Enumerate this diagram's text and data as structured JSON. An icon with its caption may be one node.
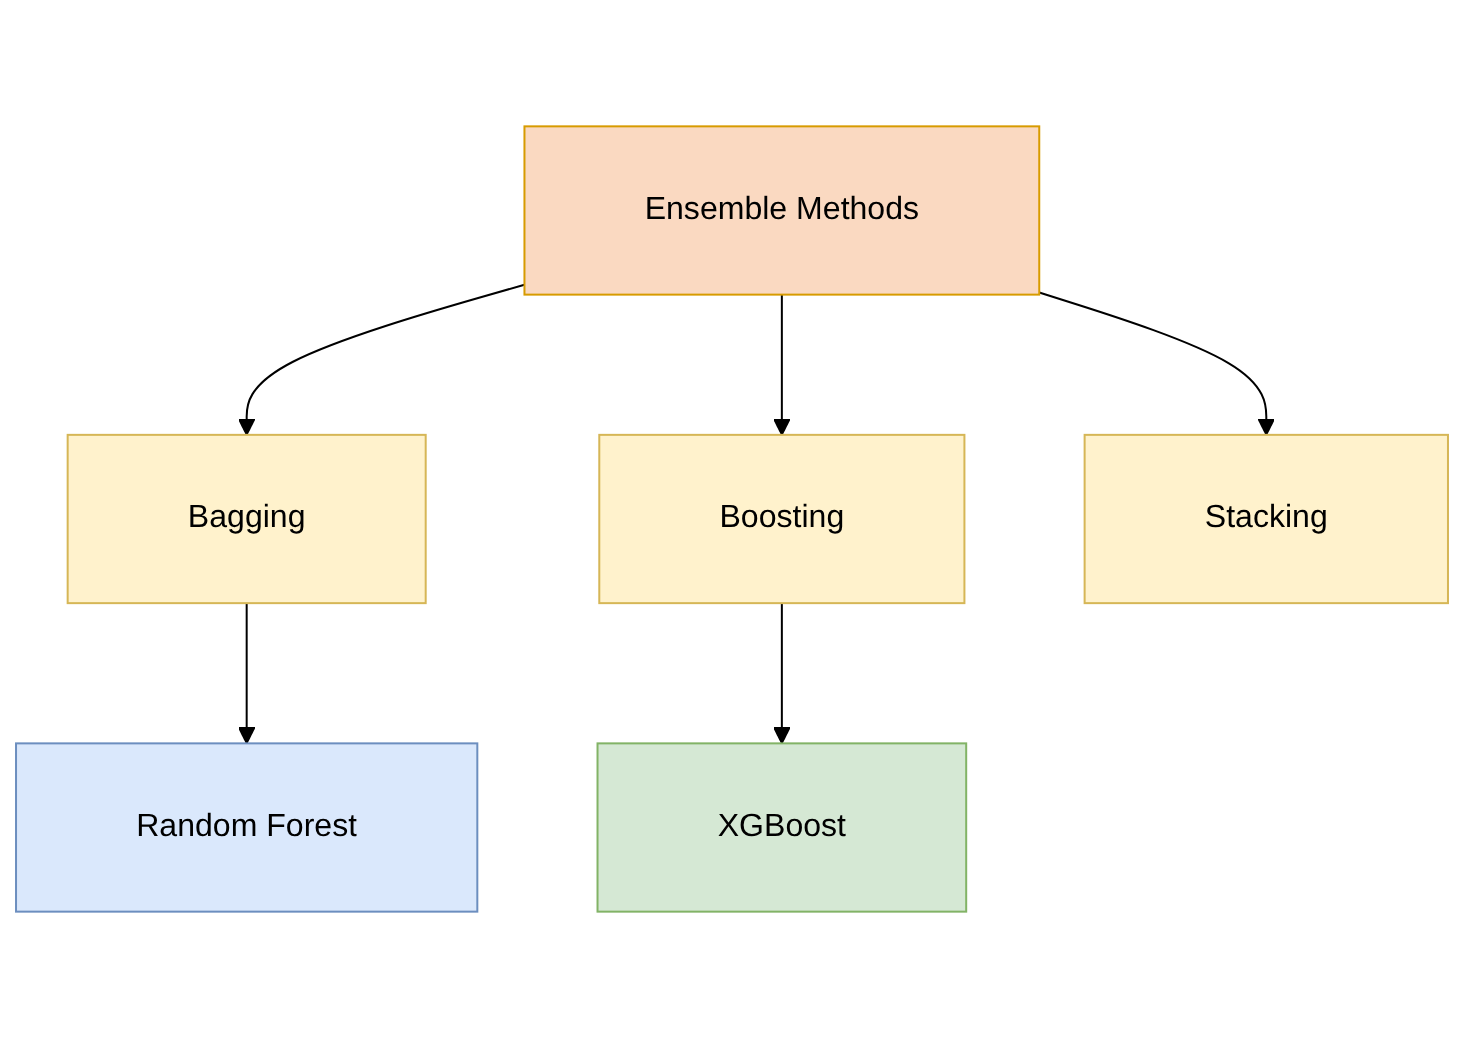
{
  "diagram": {
    "nodes": [
      {
        "text": [
          "Ensemble Methods"
        ]
      },
      {
        "text": [
          "Bagging"
        ]
      },
      {
        "text": [
          "Boosting"
        ]
      },
      {
        "text": [
          "Stacking"
        ]
      },
      {
        "text": [
          "Random Forest"
        ]
      },
      {
        "text": [
          "XGBoost"
        ]
      }
    ],
    "edges": [
      {
        "from": 0,
        "to": 1,
        "arrow": "to"
      },
      {
        "from": 0,
        "to": 2,
        "arrow": "to"
      },
      {
        "from": 0,
        "to": 3,
        "arrow": "to"
      },
      {
        "from": 1,
        "to": 4,
        "arrow": "to"
      },
      {
        "from": 2,
        "to": 5,
        "arrow": "to"
      }
    ]
  }
}
